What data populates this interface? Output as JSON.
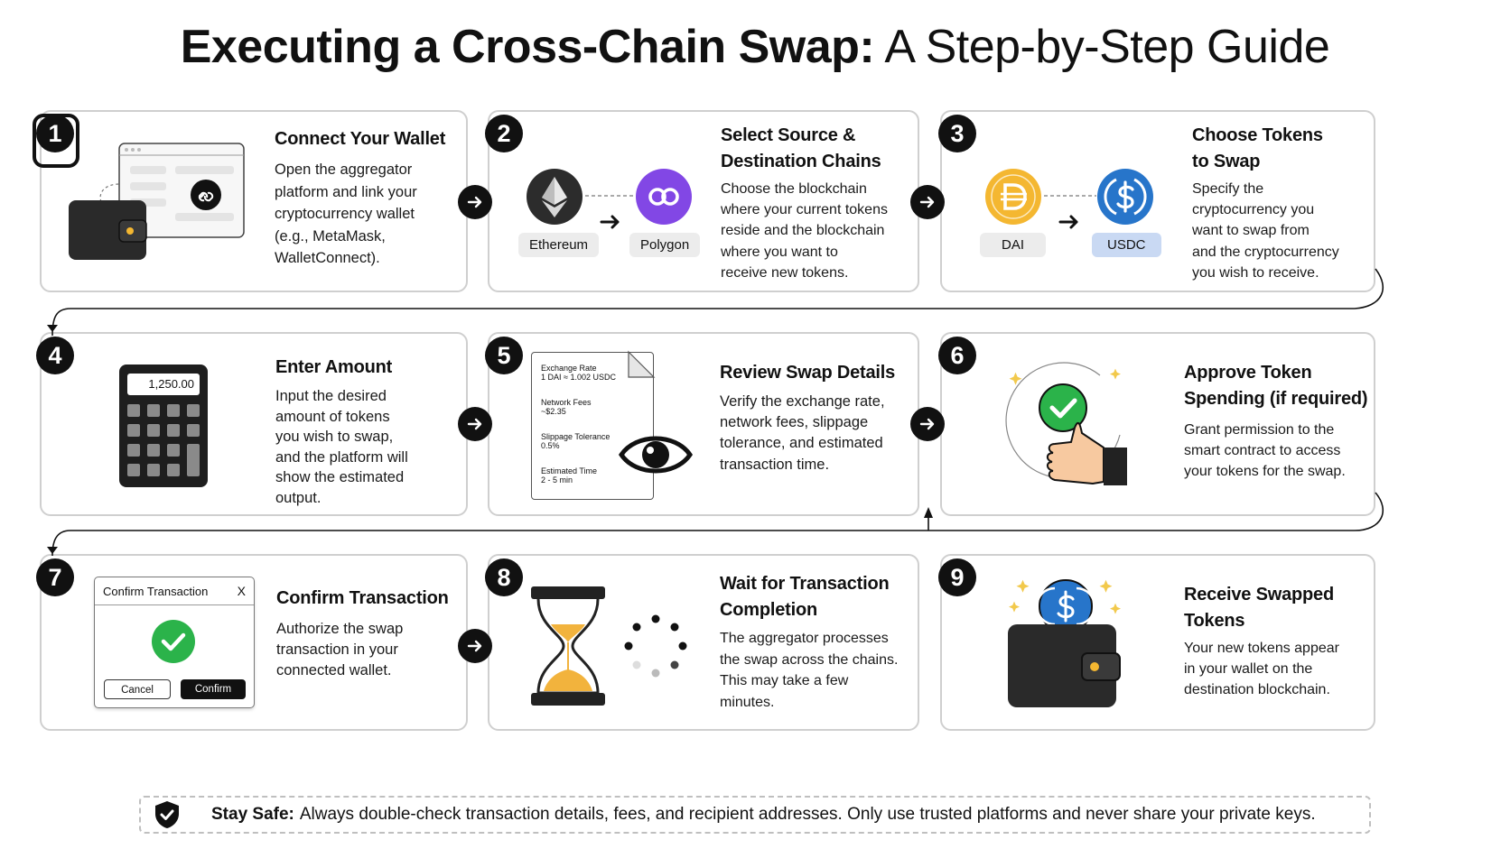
{
  "title": {
    "bold": "Executing a Cross-Chain Swap:",
    "light": "A Step-by-Step Guide"
  },
  "steps": [
    {
      "num": "1",
      "heading_lines": [
        "Connect Your Wallet"
      ],
      "desc_lines": [
        "Open the aggregator",
        "platform and link your",
        "cryptocurrency wallet",
        "(e.g., MetaMask,",
        "WalletConnect)."
      ]
    },
    {
      "num": "2",
      "heading_lines": [
        "Select Source &",
        "Destination Chains"
      ],
      "desc_lines": [
        "Choose the blockchain",
        "where your current tokens",
        "reside and the blockchain",
        "where you want to",
        "receive new tokens."
      ],
      "chips": [
        "Ethereum",
        "Polygon"
      ]
    },
    {
      "num": "3",
      "heading_lines": [
        "Choose Tokens",
        "to Swap"
      ],
      "desc_lines": [
        "Specify the",
        "cryptocurrency you",
        "want to swap from",
        "and the cryptocurrency",
        "you wish to receive."
      ],
      "chips": [
        "DAI",
        "USDC"
      ]
    },
    {
      "num": "4",
      "heading_lines": [
        "Enter Amount"
      ],
      "desc_lines": [
        "Input the desired",
        "amount of tokens",
        "you wish to swap,",
        "and the platform will",
        "show the estimated",
        "output."
      ],
      "calculator_display": "1,250.00"
    },
    {
      "num": "5",
      "heading_lines": [
        "Review Swap Details"
      ],
      "desc_lines": [
        "Verify the exchange rate,",
        "network fees, slippage",
        "tolerance, and estimated",
        "transaction time."
      ],
      "doc_rows": [
        {
          "label": "Exchange Rate",
          "value": "1 DAI ≈ 1.002 USDC"
        },
        {
          "label": "Network Fees",
          "value": "~$2.35"
        },
        {
          "label": "Slippage Tolerance",
          "value": "0.5%"
        },
        {
          "label": "Estimated Time",
          "value": "2 - 5 min"
        }
      ]
    },
    {
      "num": "6",
      "heading_lines": [
        "Approve Token",
        "Spending (if required)"
      ],
      "desc_lines": [
        "Grant permission to the",
        "smart contract to access",
        "your tokens for the swap."
      ]
    },
    {
      "num": "7",
      "heading_lines": [
        "Confirm Transaction"
      ],
      "desc_lines": [
        "Authorize the swap",
        "transaction in your",
        "connected wallet."
      ],
      "dialog": {
        "title": "Confirm Transaction",
        "close": "X",
        "cancel": "Cancel",
        "confirm": "Confirm"
      }
    },
    {
      "num": "8",
      "heading_lines": [
        "Wait for Transaction",
        "Completion"
      ],
      "desc_lines": [
        "The aggregator processes",
        "the swap across the chains.",
        "This may take a few",
        "minutes."
      ]
    },
    {
      "num": "9",
      "heading_lines": [
        "Receive Swapped",
        "Tokens"
      ],
      "desc_lines": [
        "Your new tokens appear",
        "in your wallet on the",
        "destination blockchain."
      ]
    }
  ],
  "safety": {
    "label": "Stay Safe:",
    "text": "Always double-check transaction details, fees, and recipient addresses. Only use trusted platforms and never share your private keys."
  },
  "colors": {
    "ink": "#111111",
    "border": "#cfcfcf",
    "polygon": "#8247e5",
    "dai": "#f4b731",
    "usdc": "#2775ca",
    "check": "#2bb34a",
    "sand": "#f2b33d",
    "skin": "#f7c9a0"
  }
}
